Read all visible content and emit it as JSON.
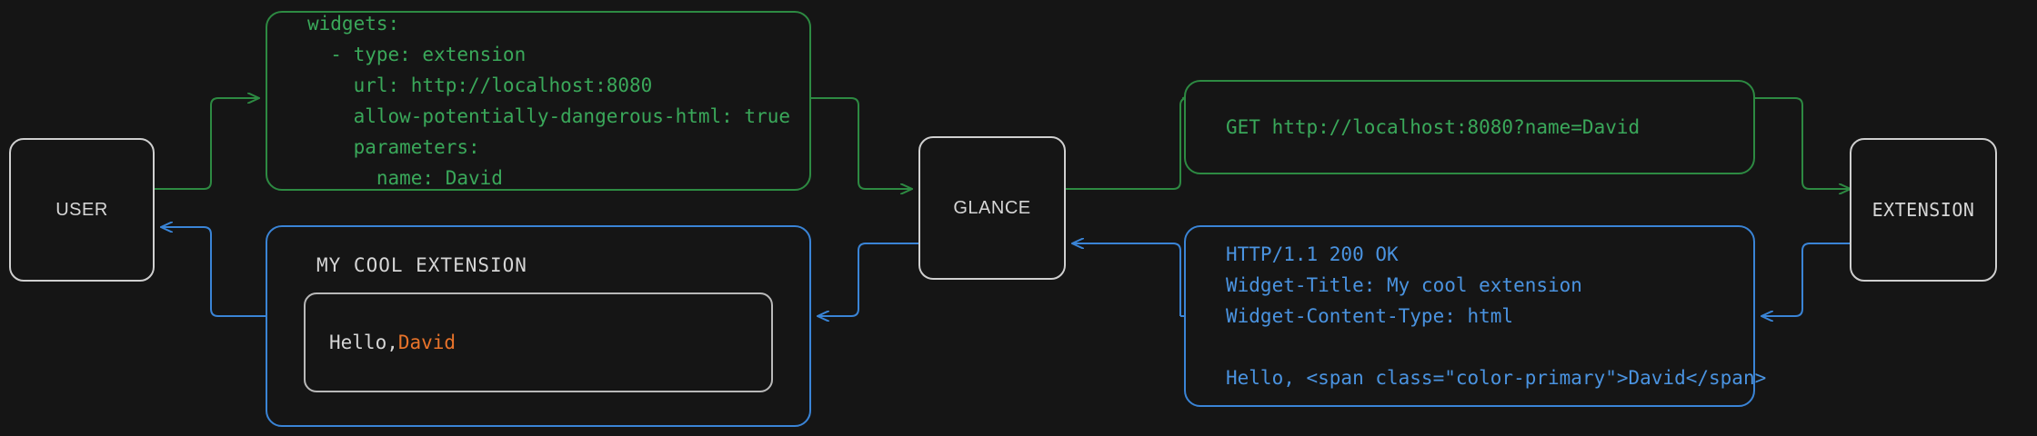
{
  "theme": {
    "background": "#151515",
    "node_border": "#cfcfcf",
    "node_text": "#d6d6d6",
    "request_color": "#3aa85a",
    "request_border": "#2d8a42",
    "response_color": "#4a93e0",
    "response_border": "#3a84d6",
    "accent_color": "#e8732a"
  },
  "diagram": {
    "type": "sequence-flow",
    "title": "Glance extension widget request flow",
    "nodes": [
      {
        "id": "user",
        "label": "USER"
      },
      {
        "id": "glance",
        "label": "GLANCE"
      },
      {
        "id": "extension",
        "label": "EXTENSION"
      }
    ],
    "request_flow": [
      {
        "from": "user",
        "to": "glance",
        "payload": "yaml_config"
      },
      {
        "from": "glance",
        "to": "extension",
        "payload": "http_request"
      }
    ],
    "response_flow": [
      {
        "from": "extension",
        "to": "glance",
        "payload": "http_response"
      },
      {
        "from": "glance",
        "to": "user",
        "payload": "rendered_widget"
      }
    ]
  },
  "yaml_config": {
    "lines": [
      "widgets:",
      "  - type: extension",
      "    url: http://localhost:8080",
      "    allow-potentially-dangerous-html: true",
      "    parameters:",
      "      name: David"
    ]
  },
  "http_request": {
    "lines": [
      "GET http://localhost:8080?name=David"
    ]
  },
  "http_response": {
    "lines": [
      "HTTP/1.1 200 OK",
      "Widget-Title: My cool extension",
      "Widget-Content-Type: html",
      "",
      "Hello, <span class=\"color-primary\">David</span>"
    ]
  },
  "rendered_widget": {
    "title": "MY COOL EXTENSION",
    "body_prefix": "Hello, ",
    "body_accent": "David"
  }
}
